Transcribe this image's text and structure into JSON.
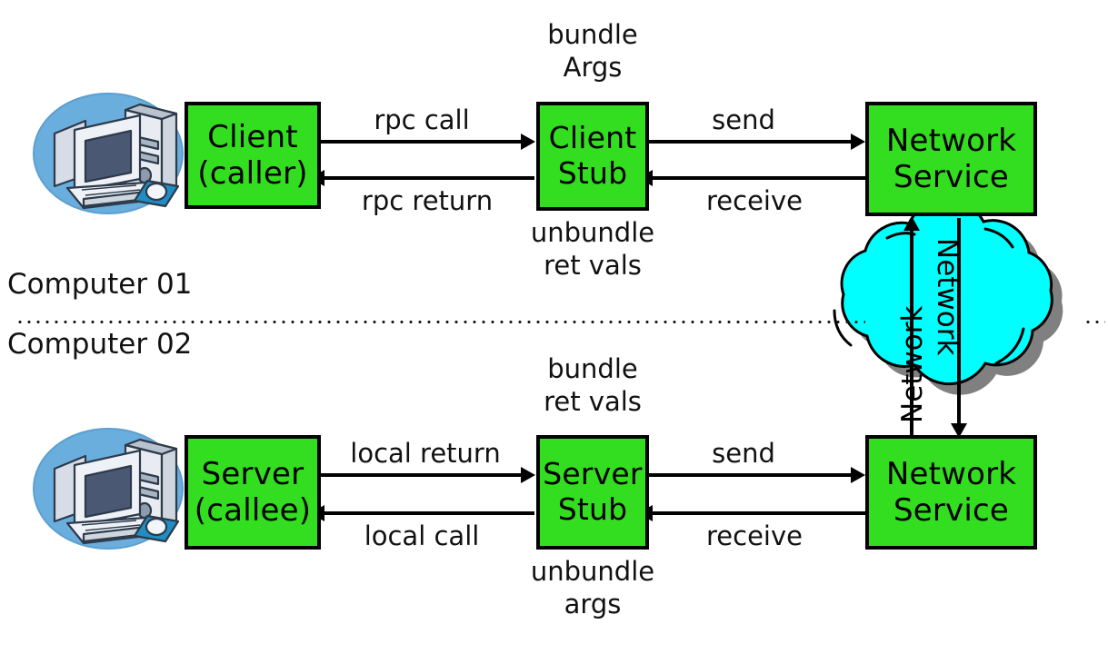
{
  "diagram": {
    "title": "Remote Procedure Call (RPC) architecture",
    "colors": {
      "box_fill": "#33dd1f",
      "box_border": "#000000",
      "cloud_fill": "#00ffff",
      "cloud_shadow": "#808080",
      "pc_circle": "#6aaede",
      "text": "#111111"
    }
  },
  "zones": {
    "top_label": "Computer 01",
    "bottom_label": "Computer 02"
  },
  "boxes": {
    "client": {
      "line1": "Client",
      "line2": "(caller)"
    },
    "client_stub": {
      "line1": "Client",
      "line2": "Stub"
    },
    "net_service_1": {
      "line1": "Network",
      "line2": "Service"
    },
    "server": {
      "line1": "Server",
      "line2": "(callee)"
    },
    "server_stub": {
      "line1": "Server",
      "line2": "Stub"
    },
    "net_service_2": {
      "line1": "Network",
      "line2": "Service"
    }
  },
  "annotations": {
    "client_stub_above_1": "bundle",
    "client_stub_above_2": "Args",
    "client_stub_below_1": "unbundle",
    "client_stub_below_2": "ret vals",
    "server_stub_above_1": "bundle",
    "server_stub_above_2": "ret vals",
    "server_stub_below_1": "unbundle",
    "server_stub_below_2": "args"
  },
  "arrows": {
    "rpc_call": "rpc call",
    "rpc_return": "rpc return",
    "send_top": "send",
    "receive_top": "receive",
    "local_return": "local return",
    "local_call": "local call",
    "send_bottom": "send",
    "receive_bottom": "receive",
    "network_up": "Network",
    "network_down": "Network"
  },
  "icons": {
    "client_pc": "desktop-computer-icon",
    "server_pc": "desktop-computer-icon",
    "cloud": "network-cloud-icon"
  }
}
